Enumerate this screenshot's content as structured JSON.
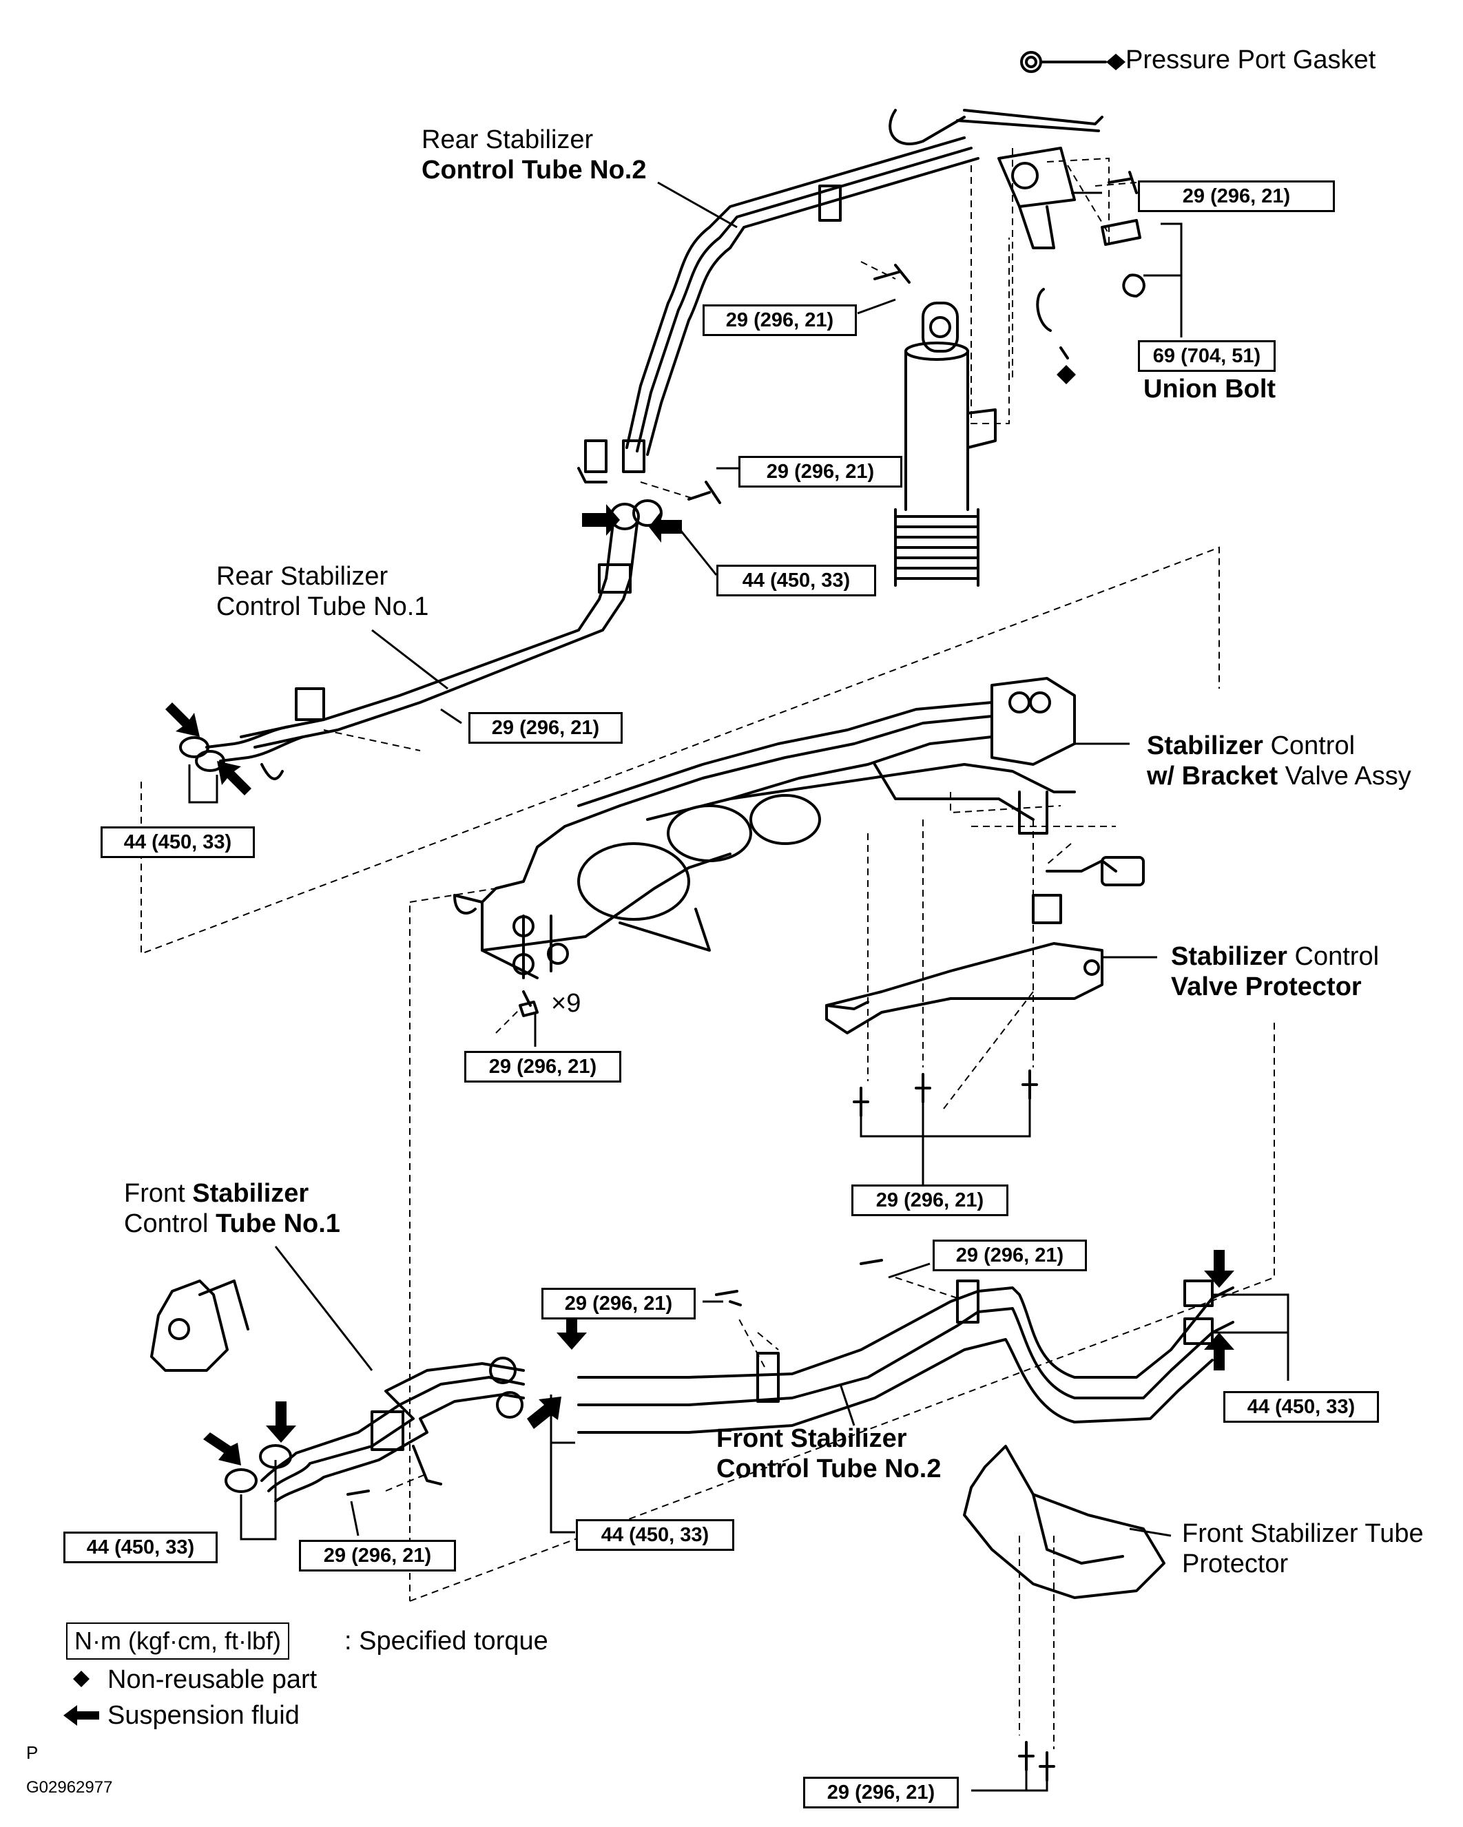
{
  "labels": {
    "pressure_port_gasket": "Pressure Port Gasket",
    "rear_tube2_l1": "Rear Stabilizer",
    "rear_tube2_l2": "Control Tube No.2",
    "rear_tube1_l1": "Rear Stabilizer",
    "rear_tube1_l2": "Control Tube No.1",
    "union_bolt": "Union Bolt",
    "valve_assy_l1a": "Stabilizer",
    "valve_assy_l1b": "Control",
    "valve_assy_l2a": "w/ Bracket",
    "valve_assy_l2b": "Valve Assy",
    "valve_prot_l1a": "Stabilizer",
    "valve_prot_l1b": "Control",
    "valve_prot_l2": "Valve Protector",
    "front_tube1_l1a": "Front",
    "front_tube1_l1b": "Stabilizer",
    "front_tube1_l2a": "Control",
    "front_tube1_l2b": "Tube",
    "front_tube1_l2c": "No.1",
    "front_tube2_l1": "Front Stabilizer",
    "front_tube2_l2": "Control Tube No.2",
    "front_tube_prot_l1": "Front Stabilizer Tube",
    "front_tube_prot_l2": "Protector",
    "times9": "×9"
  },
  "torques": {
    "t1": "29 (296, 21)",
    "t2": "29 (296, 21)",
    "t3": "69 (704, 51)",
    "t4": "29 (296, 21)",
    "t5": "44 (450, 33)",
    "t6": "29 (296, 21)",
    "t7": "44 (450, 33)",
    "t8": "29 (296, 21)",
    "t9": "29 (296, 21)",
    "t10": "29 (296, 21)",
    "t11": "29 (296, 21)",
    "t12": "44 (450, 33)",
    "t13": "44 (450, 33)",
    "t14": "44 (450, 33)",
    "t15": "29 (296, 21)",
    "t16": "29 (296, 21)"
  },
  "legend": {
    "torque_unit": "N·m (kgf·cm, ft·lbf)",
    "torque_desc": ": Specified torque",
    "nonreusable": "Non-reusable  part",
    "fluid": "Suspension fluid"
  },
  "footer": {
    "letter": "P",
    "code": "G02962977"
  }
}
